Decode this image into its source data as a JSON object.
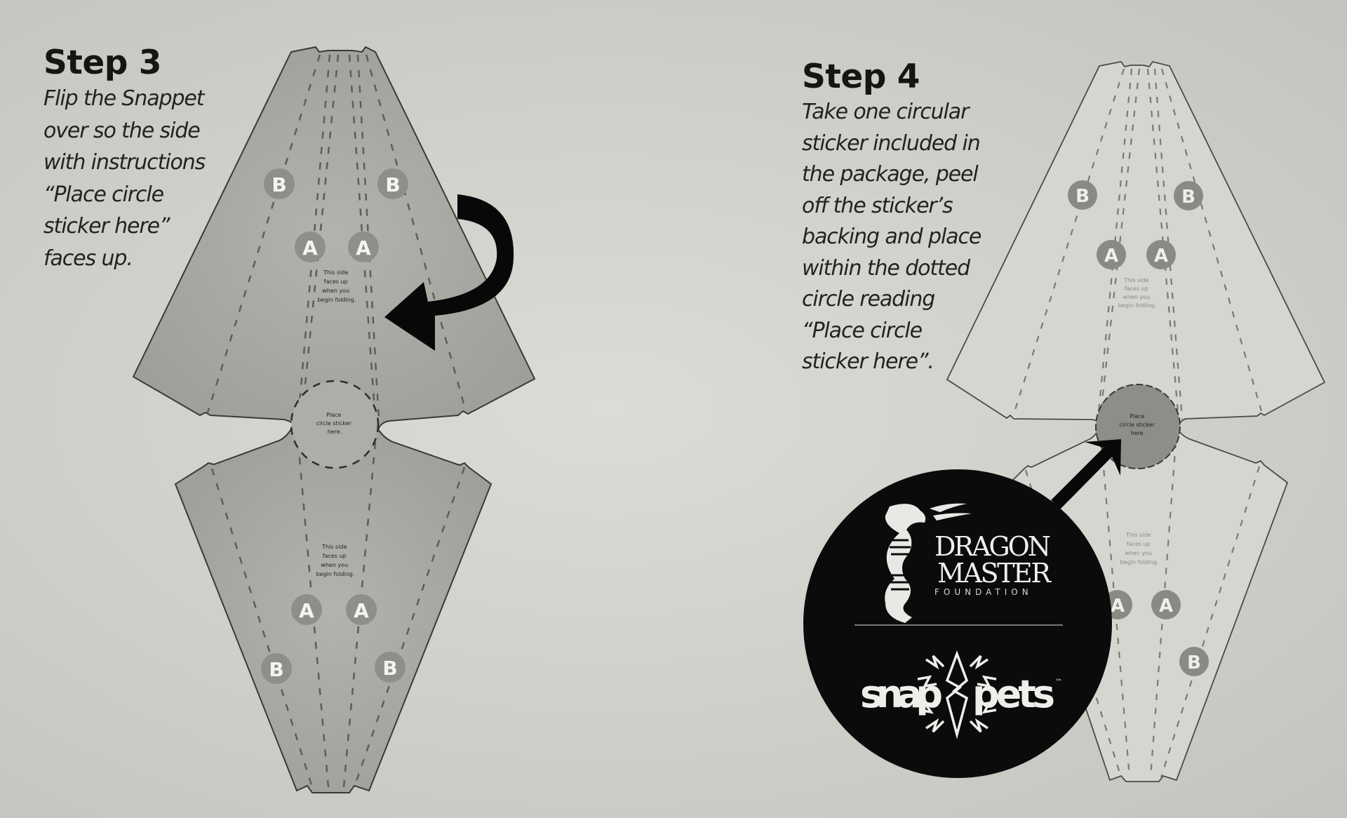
{
  "step3": {
    "title": "Step 3",
    "body_lines": [
      "Flip the Snappet",
      "over so the side",
      "with instructions",
      "“Place circle",
      "sticker here”",
      "faces up."
    ],
    "shape_fill": "#a9a9a3",
    "upper_panel_label": [
      "This side",
      "faces up",
      "when you",
      "begin folding."
    ],
    "lower_panel_label": [
      "This side",
      "faces up",
      "when you",
      "begin folding."
    ],
    "circle_label": [
      "Place",
      "circle sticker",
      "here."
    ],
    "markers_upper": [
      "B",
      "B",
      "A",
      "A"
    ],
    "markers_lower": [
      "A",
      "A",
      "B",
      "B"
    ],
    "arrow": "flip-arrow"
  },
  "step4": {
    "title": "Step 4",
    "body_lines": [
      "Take one circular",
      "sticker included in",
      "the package, peel",
      "off the sticker’s",
      "backing and place",
      "within the dotted",
      "circle reading",
      "“Place circle",
      "sticker here”."
    ],
    "shape_fill": "#d4d4cf",
    "upper_panel_label": [
      "This side",
      "faces up",
      "when you",
      "begin folding."
    ],
    "lower_panel_label": [
      "This side",
      "faces up",
      "when you",
      "begin folding."
    ],
    "circle_label": [
      "Place",
      "circle sticker",
      "here."
    ],
    "sticker_fill": "#8e8e89",
    "markers_upper": [
      "B",
      "B",
      "A",
      "A"
    ],
    "markers_lower": [
      "A",
      "A",
      "B"
    ],
    "arrow": "pointer-arrow"
  },
  "sticker_logo": {
    "background": "#0b0b0b",
    "org_line1": "DRAGON",
    "org_line2": "MASTER",
    "org_line3": "FOUNDATION",
    "brand_left": "snap",
    "brand_right": "pets",
    "trademark": "™",
    "icon_dragon": "dragon-dna-icon",
    "icon_burst": "spark-diamond-icon"
  }
}
